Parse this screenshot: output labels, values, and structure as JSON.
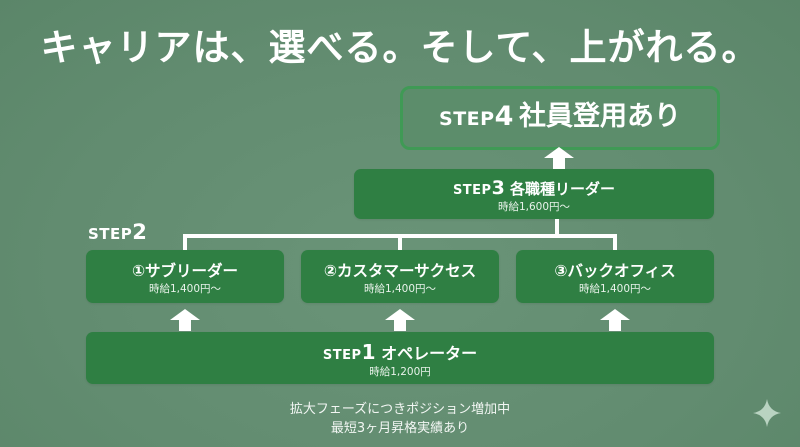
{
  "title": "キャリアは、選べる。そして、上がれる。",
  "step_word": "STEP",
  "step4": {
    "num": "4",
    "label": "社員登用あり"
  },
  "step3": {
    "num": "3",
    "label": "各職種リーダー",
    "wage": "時給1,600円〜"
  },
  "step2": {
    "num": "2",
    "roles": [
      {
        "label": "①サブリーダー",
        "wage": "時給1,400円〜"
      },
      {
        "label": "②カスタマーサクセス",
        "wage": "時給1,400円〜"
      },
      {
        "label": "③バックオフィス",
        "wage": "時給1,400円〜"
      }
    ]
  },
  "step1": {
    "num": "1",
    "label": "オペレーター",
    "wage": "時給1,200円"
  },
  "notes": [
    "拡大フェーズにつきポジション増加中",
    "最短3ヶ月昇格実績あり"
  ],
  "colors": {
    "background": "#628c70",
    "box": "#2f7f43",
    "outline": "#3f9a55"
  },
  "icons": {
    "sparkle": "sparkle-icon",
    "arrow": "arrow-up-icon"
  }
}
